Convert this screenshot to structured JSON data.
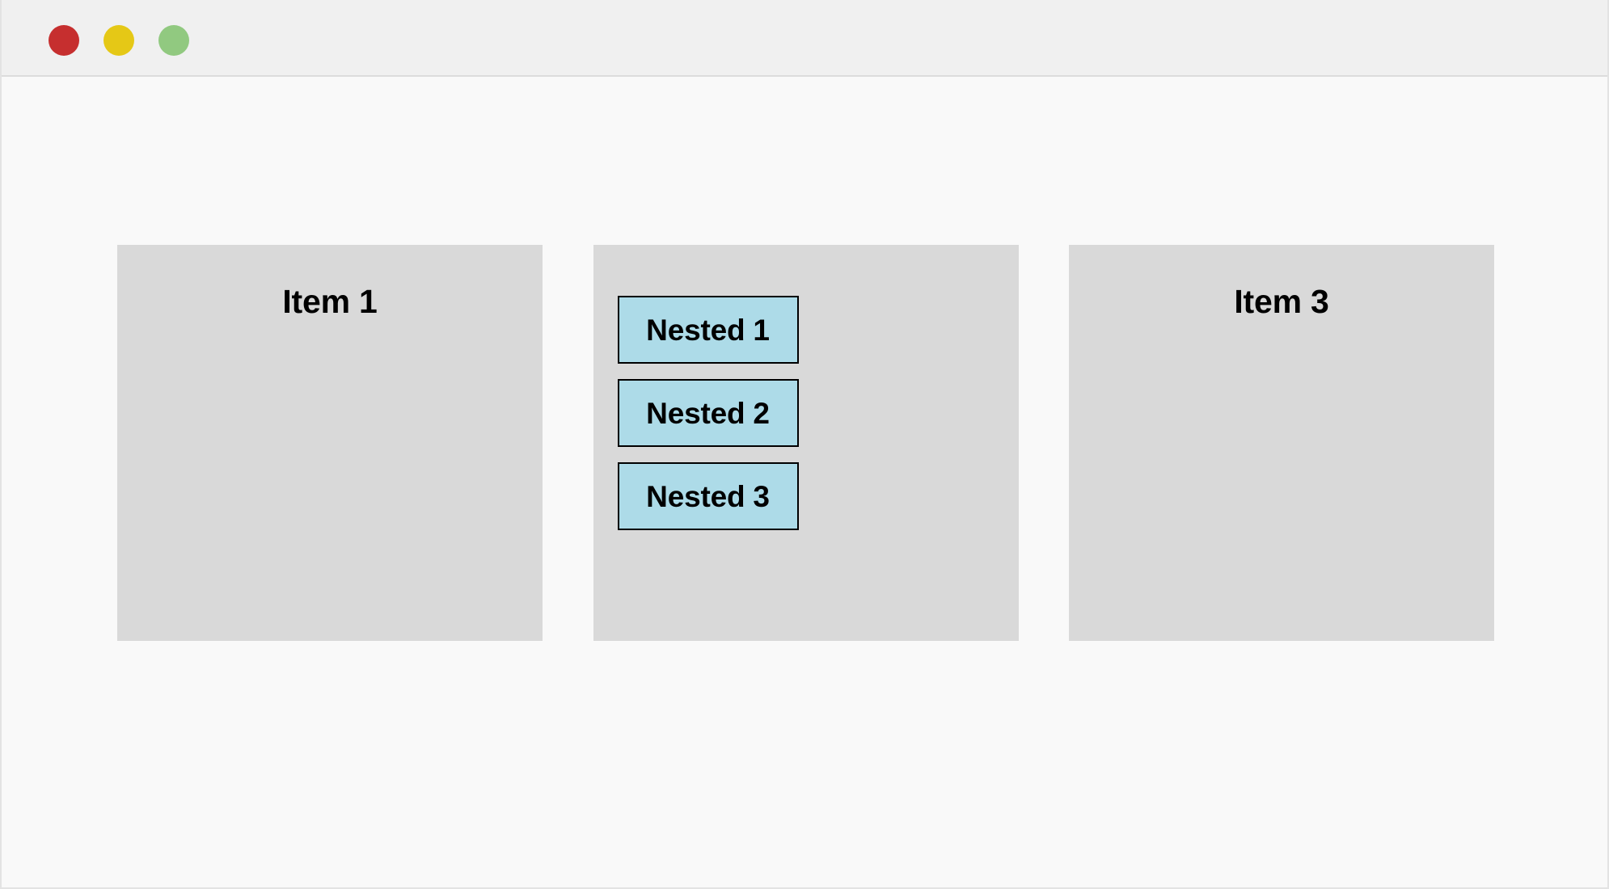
{
  "window": {
    "titlebar": {
      "buttons": [
        {
          "name": "close",
          "icon": "close-dot-icon",
          "color": "#c62f2f"
        },
        {
          "name": "minimize",
          "icon": "minimize-dot-icon",
          "color": "#e5c816"
        },
        {
          "name": "maximize",
          "icon": "maximize-dot-icon",
          "color": "#91c980"
        }
      ]
    },
    "background": "#f9f9f9"
  },
  "layout": {
    "container_background": "#f9f9f9",
    "item_background": "#d9d9d9",
    "nested_background": "#addbe8",
    "nested_border": "#000000",
    "items": [
      {
        "label": "Item 1",
        "has_nested": false
      },
      {
        "label": "",
        "has_nested": true
      },
      {
        "label": "Item 3",
        "has_nested": false
      }
    ],
    "nested_items": [
      {
        "label": "Nested 1"
      },
      {
        "label": "Nested 2"
      },
      {
        "label": "Nested 3"
      }
    ]
  }
}
